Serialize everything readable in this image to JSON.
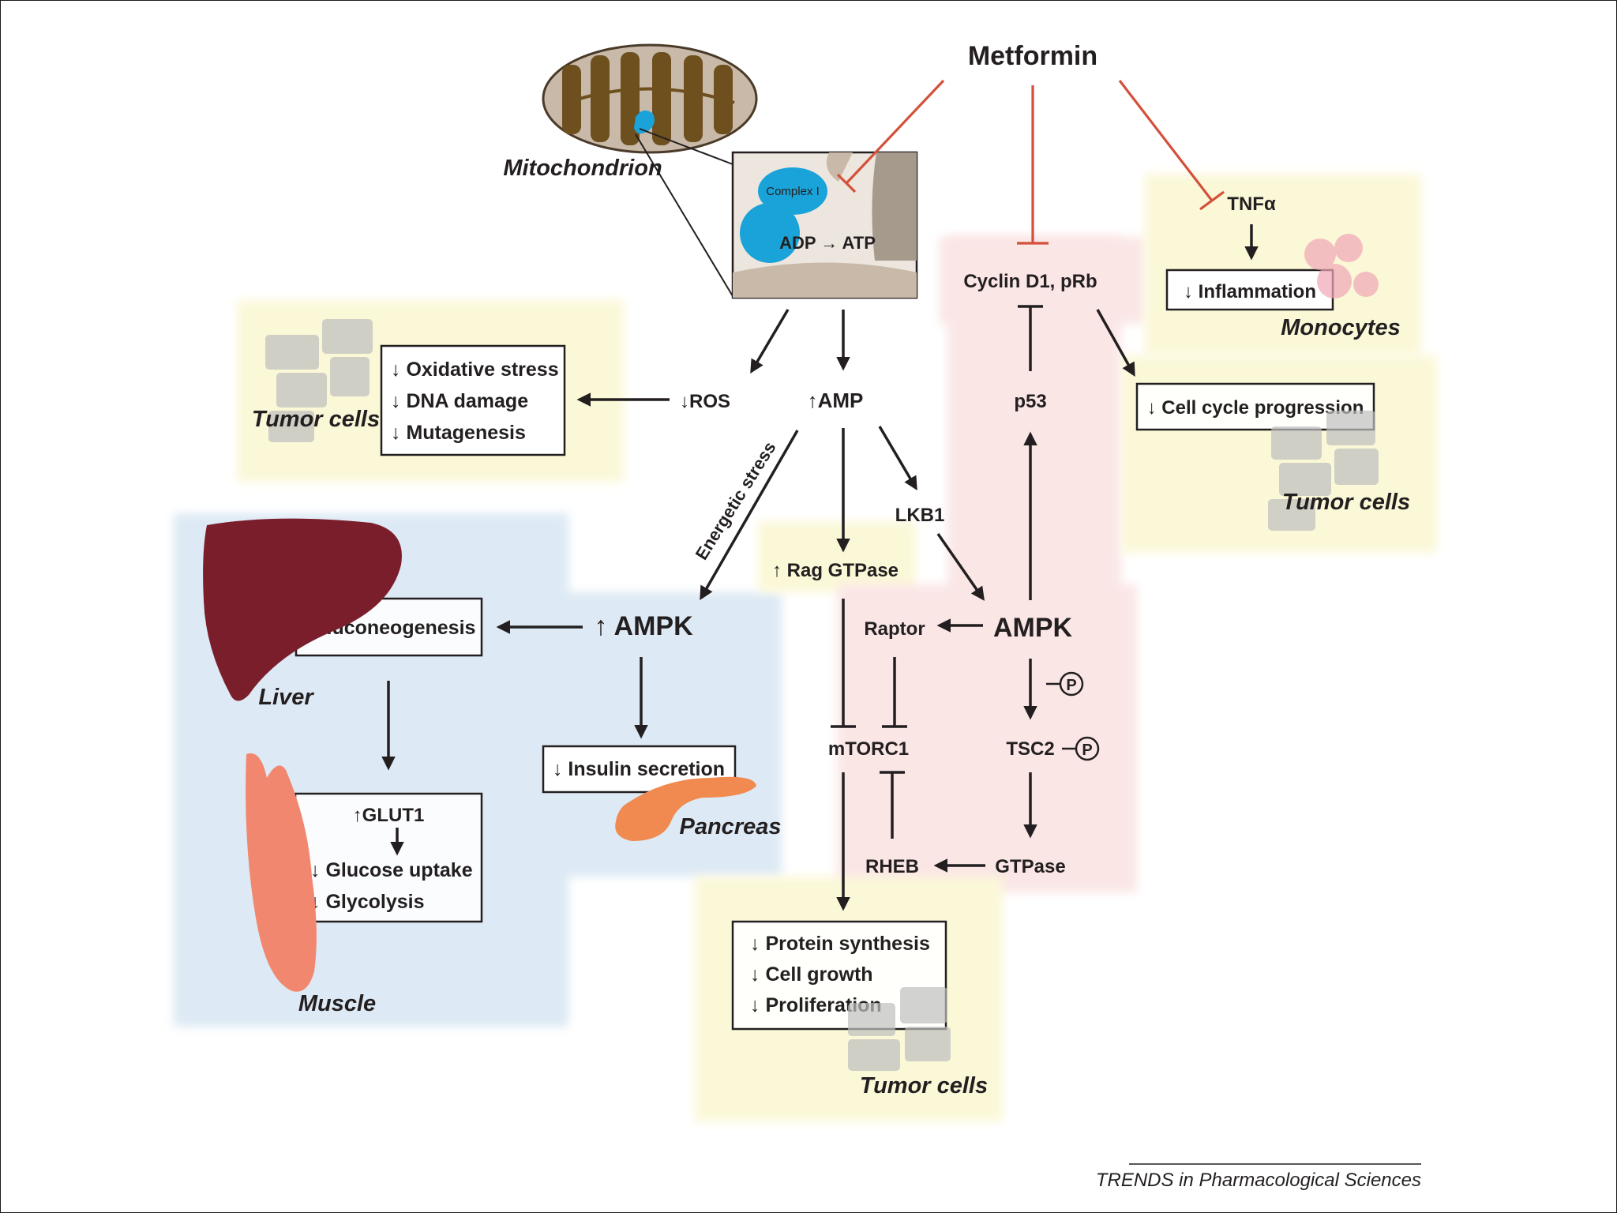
{
  "nodes": {
    "metformin": "Metformin",
    "mitochondrion": "Mitochondrion",
    "complex1": "Complex I",
    "adp_atp": "ADP → ATP",
    "ros": "↓ROS",
    "amp": "↑AMP",
    "energetic_stress": "Energetic stress",
    "lkb1": "LKB1",
    "rag_gtpase": "↑ Rag GTPase",
    "ampk_left": "↑ AMPK",
    "ampk_right": "AMPK",
    "raptor": "Raptor",
    "mtorc1": "mTORC1",
    "tsc2": "TSC2",
    "phospho": "P",
    "rheb": "RHEB",
    "gtpase": "GTPase",
    "p53": "p53",
    "cyclin": "Cyclin D1, pRb",
    "tnfa": "TNFα"
  },
  "boxes": {
    "tumor_top": [
      "↓ Oxidative stress",
      "↓ DNA damage",
      "↓ Mutagenesis"
    ],
    "gluconeogenesis": "↓Gluconeogenesis",
    "muscle": [
      "↑GLUT1",
      "↓ Glucose uptake",
      "↓ Glycolysis"
    ],
    "insulin": "↓ Insulin secretion",
    "protein": [
      "↓ Protein synthesis",
      "↓ Cell growth",
      "↓ Proliferation"
    ],
    "cell_cycle": "↓ Cell cycle progression",
    "inflammation": "↓ Inflammation"
  },
  "labels": {
    "tumor_cells_1": "Tumor cells",
    "tumor_cells_2": "Tumor cells",
    "tumor_cells_3": "Tumor cells",
    "liver": "Liver",
    "muscle": "Muscle",
    "pancreas": "Pancreas",
    "monocytes": "Monocytes"
  },
  "credit": "TRENDS in Pharmacological Sciences",
  "colors": {
    "yellow_region": "#fbf8d8",
    "blue_region": "#dde9f4",
    "pink_region": "#fbe6e6",
    "inhibition": "#d4503a",
    "mito_fill": "#c8b9a8",
    "mito_cristae": "#6e4f1e",
    "complex_blue": "#1aa3d9",
    "liver": "#7a1e2c",
    "muscle": "#f2876f",
    "pancreas": "#f08a50"
  }
}
